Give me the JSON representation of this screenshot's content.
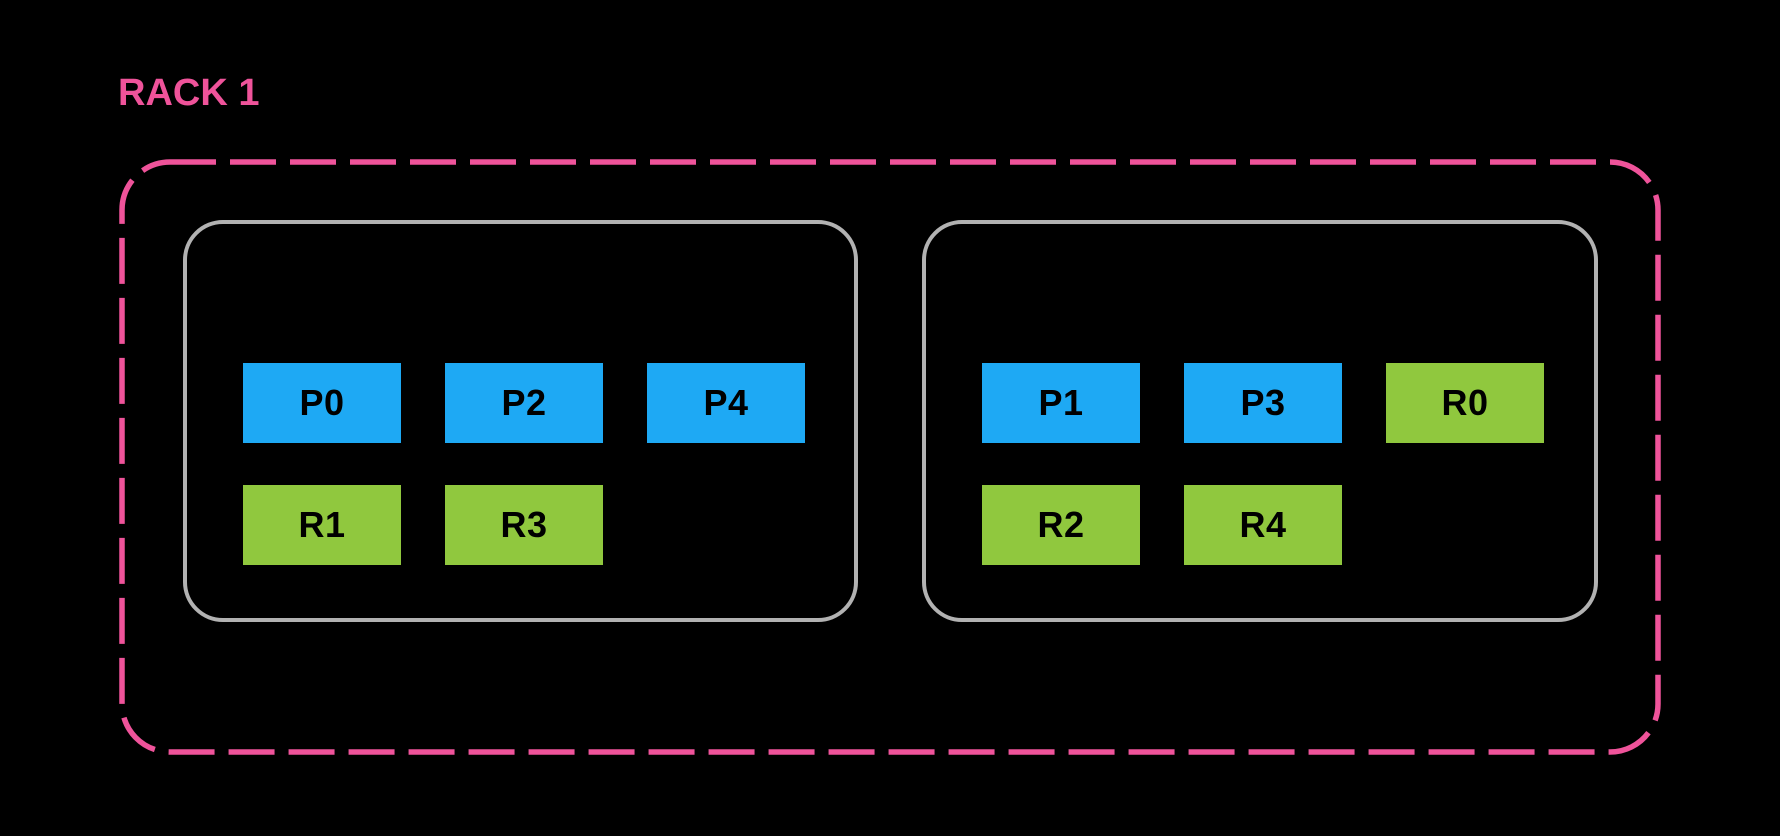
{
  "colors": {
    "background": "#000000",
    "accent_pink": "#EF539A",
    "chip_blue": "#1EA9F4",
    "chip_green": "#90C83E",
    "host_border_gray": "#B2B2B2",
    "chip_text": "#000000"
  },
  "rack": {
    "label": "RACK 1",
    "hosts": [
      {
        "rows": [
          [
            {
              "label": "P0",
              "color": "blue"
            },
            {
              "label": "P2",
              "color": "blue"
            },
            {
              "label": "P4",
              "color": "blue"
            }
          ],
          [
            {
              "label": "R1",
              "color": "green"
            },
            {
              "label": "R3",
              "color": "green"
            }
          ]
        ]
      },
      {
        "rows": [
          [
            {
              "label": "P1",
              "color": "blue"
            },
            {
              "label": "P3",
              "color": "blue"
            },
            {
              "label": "R0",
              "color": "green"
            }
          ],
          [
            {
              "label": "R2",
              "color": "green"
            },
            {
              "label": "R4",
              "color": "green"
            }
          ]
        ]
      }
    ]
  }
}
